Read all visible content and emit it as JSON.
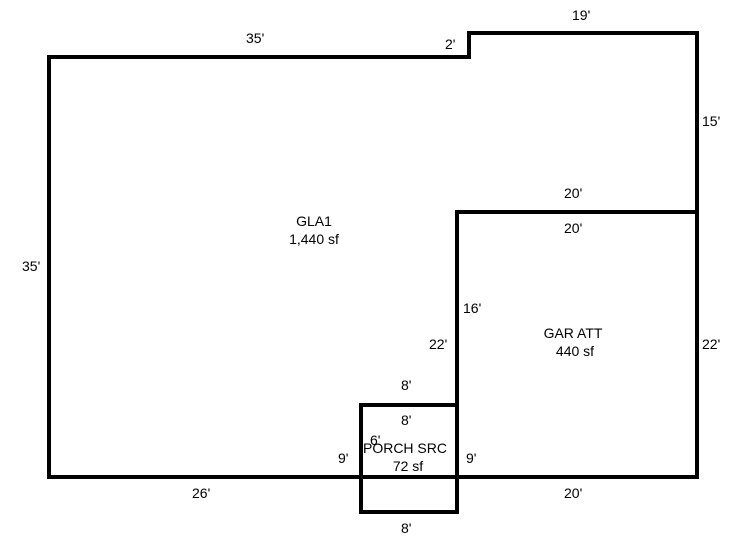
{
  "areas": {
    "gla1": {
      "name": "GLA1",
      "area": "1,440 sf"
    },
    "garage": {
      "name": "GAR ATT",
      "area": "440 sf"
    },
    "porch": {
      "name": "PORCH SRC",
      "area": "72 sf"
    }
  },
  "dimensions": {
    "gla_top": "35'",
    "gla_step": "2'",
    "gla_top_right": "19'",
    "gla_right": "15'",
    "gla_garage_top": "20'",
    "gla_left": "35'",
    "gla_inner": "22'",
    "gla_bottom": "26'",
    "garage_top": "20'",
    "garage_left": "16'",
    "garage_right": "22'",
    "garage_bottom": "20'",
    "garage_porch_side": "9'",
    "porch_top_outer": "8'",
    "porch_top_inner": "8'",
    "porch_left": "9'",
    "porch_inner": "6'",
    "porch_bottom": "8'"
  },
  "colors": {
    "line": "#000000",
    "background": "#ffffff"
  }
}
